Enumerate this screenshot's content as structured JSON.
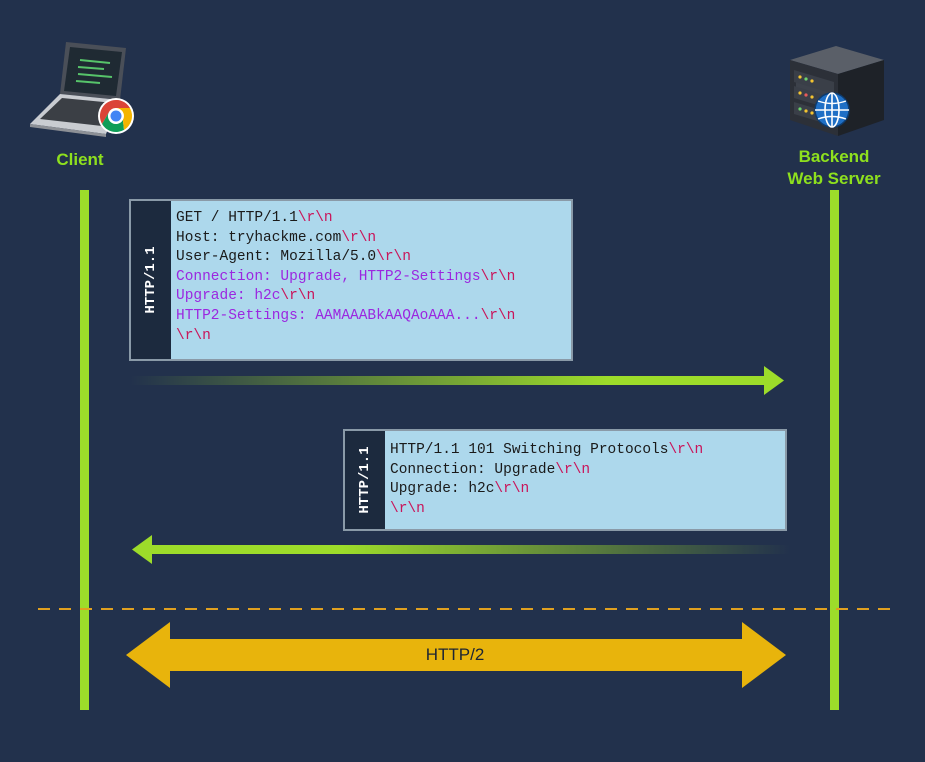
{
  "client": {
    "label": "Client",
    "icon": "laptop-with-chrome-icon"
  },
  "server": {
    "label_line1": "Backend",
    "label_line2": "Web Server",
    "icon": "server-rack-globe-icon"
  },
  "request": {
    "tag": "HTTP/1.1",
    "lines": [
      [
        {
          "t": "GET / HTTP/1.1",
          "c": "normal"
        },
        {
          "t": "\\r\\n",
          "c": "crlf"
        }
      ],
      [
        {
          "t": "Host: tryhackme.com",
          "c": "normal"
        },
        {
          "t": "\\r\\n",
          "c": "crlf"
        }
      ],
      [
        {
          "t": "User-Agent: Mozilla/5.0",
          "c": "normal"
        },
        {
          "t": "\\r\\n",
          "c": "crlf"
        }
      ],
      [
        {
          "t": "Connection: Upgrade, HTTP2-Settings",
          "c": "purple"
        },
        {
          "t": "\\r\\n",
          "c": "crlf"
        }
      ],
      [
        {
          "t": "Upgrade: h2c",
          "c": "purple"
        },
        {
          "t": "\\r\\n",
          "c": "crlf"
        }
      ],
      [
        {
          "t": "HTTP2-Settings: AAMAAABkAAQAoAAA...",
          "c": "purple"
        },
        {
          "t": "\\r\\n",
          "c": "crlf"
        }
      ],
      [
        {
          "t": "\\r\\n",
          "c": "crlf"
        }
      ]
    ]
  },
  "response": {
    "tag": "HTTP/1.1",
    "lines": [
      [
        {
          "t": "HTTP/1.1 101 Switching Protocols",
          "c": "normal"
        },
        {
          "t": "\\r\\n",
          "c": "crlf"
        }
      ],
      [
        {
          "t": "Connection: Upgrade",
          "c": "normal"
        },
        {
          "t": "\\r\\n",
          "c": "crlf"
        }
      ],
      [
        {
          "t": "Upgrade: h2c",
          "c": "normal"
        },
        {
          "t": "\\r\\n",
          "c": "crlf"
        }
      ],
      [
        {
          "t": "\\r\\n",
          "c": "crlf"
        }
      ]
    ]
  },
  "protocol": {
    "label": "HTTP/2"
  },
  "colors": {
    "background": "#22314c",
    "lifeline": "#9ddc2a",
    "label_green": "#8ee01e",
    "box_fill": "#add8ec",
    "crlf": "#c9155a",
    "upgrade_header": "#9b27e0",
    "http2_arrow": "#e8b40c",
    "divider": "#e0a020"
  }
}
